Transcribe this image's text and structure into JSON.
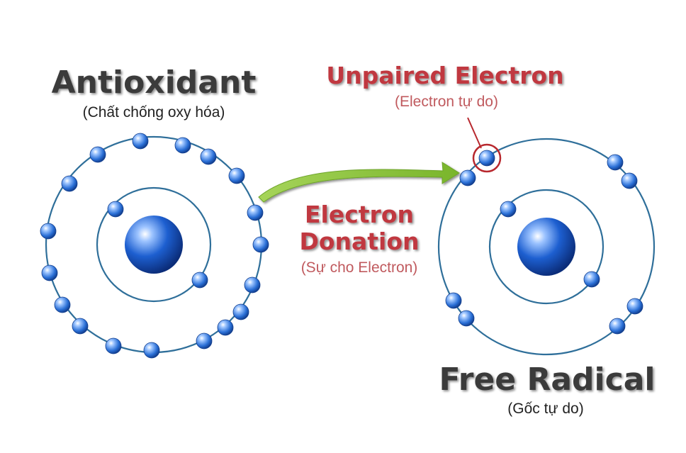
{
  "antioxidant": {
    "title": "Antioxidant",
    "subtitle": "(Chất chống oxy hóa)"
  },
  "unpaired": {
    "title": "Unpaired Electron",
    "subtitle": "(Electron tự do)"
  },
  "donation": {
    "line1": "Electron",
    "line2": "Donation",
    "subtitle": "(Sự cho Electron)"
  },
  "free_radical": {
    "title": "Free Radical",
    "subtitle": "(Gốc tự do)"
  },
  "colors": {
    "dark_text": "#3a3a3a",
    "red_text": "#c0393f",
    "red_ring": "#b8282e",
    "orbit": "#2f6f9a",
    "electron": "#2a6fd6",
    "nucleus": "#1d5fd0",
    "arrow": "#8cc63f"
  },
  "icons": {
    "arrow": "curved-arrow-icon",
    "highlight": "circle-highlight-icon"
  }
}
